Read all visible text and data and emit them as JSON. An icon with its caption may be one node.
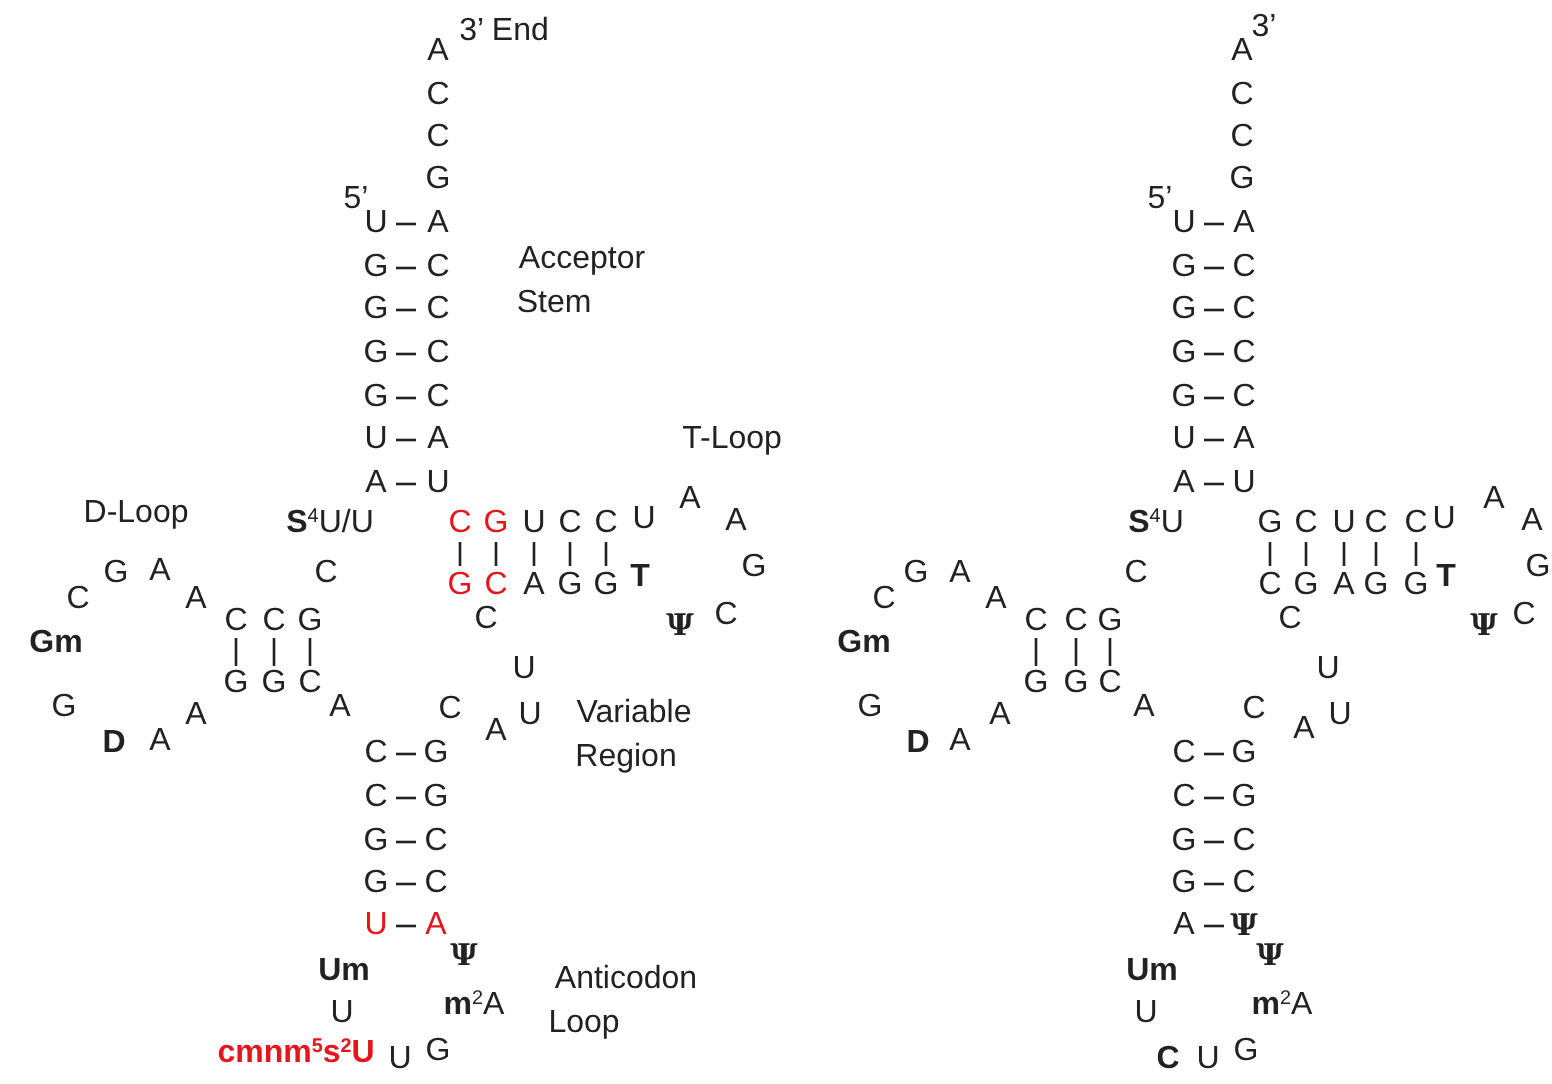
{
  "diagram": {
    "labels": [
      "3’ End",
      "A",
      "C",
      "C",
      "G",
      "5’",
      "U",
      "A",
      "G",
      "C",
      "Acceptor",
      "G",
      "C",
      "Stem",
      "G",
      "C",
      "G",
      "C",
      "U",
      "A",
      "T-Loop",
      "A",
      "U",
      "D-Loop",
      "**S**$^{4}$U/U",
      "C",
      "G",
      "U",
      "C",
      "C",
      "U",
      "A",
      "A",
      "G",
      "C",
      "Ψ",
      "C",
      "G",
      "C",
      "A",
      "G",
      "G",
      "T",
      "C",
      "C",
      "G",
      "A",
      "A",
      "C",
      "C",
      "G",
      "Gm",
      "G",
      "G",
      "C",
      "G",
      "A",
      "A",
      "D",
      "A",
      "U",
      "C",
      "A",
      "U",
      "Variable",
      "C",
      "G",
      "Region",
      "C",
      "G",
      "G",
      "C",
      "G",
      "C",
      "U",
      "A",
      "Ψ",
      "Um",
      "Anticodon",
      "U",
      "**m**$^{2}$A",
      "cmnm$^{5}$s$^{2}$U",
      "U",
      "G",
      "Loop",
      "3’",
      "A",
      "C",
      "C",
      "G",
      "5’",
      "U",
      "A",
      "G",
      "C",
      "G",
      "C",
      "G",
      "C",
      "G",
      "C",
      "U",
      "A",
      "A",
      "U",
      "**S**$^{4}$U",
      "G",
      "C",
      "U",
      "C",
      "C",
      "U",
      "A",
      "A",
      "G",
      "C",
      "Ψ",
      "C",
      "C",
      "G",
      "A",
      "G",
      "G",
      "T",
      "C",
      "C",
      "G",
      "A",
      "A",
      "C",
      "C",
      "G",
      "Gm",
      "G",
      "G",
      "C",
      "G",
      "A",
      "A",
      "D",
      "A",
      "U",
      "C",
      "A",
      "U",
      "C",
      "G",
      "C",
      "G",
      "G",
      "C",
      "G",
      "C",
      "A",
      "Ψ",
      "Ψ",
      "Um",
      "U",
      "**m**$^{2}$A",
      "C",
      "U",
      "G"
    ]
  }
}
